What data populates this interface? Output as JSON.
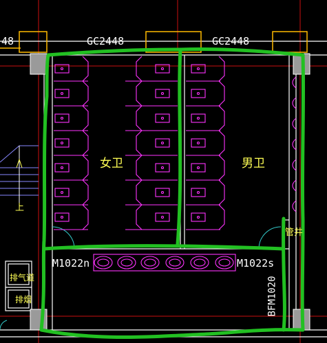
{
  "labels": {
    "window_left_cut": "48",
    "window_1": "GC2448",
    "window_2": "GC2448",
    "room_women": "女卫",
    "room_men": "男卫",
    "door_left": "M1022n",
    "door_right": "M1022s",
    "door_fire": "BFM1020",
    "exhaust_duct": "排气道",
    "smoke_duct": "排烟",
    "pipe_shaft": "管井",
    "stair_up": "上"
  },
  "colors": {
    "background": "#000000",
    "fixtures": "#ff33ff",
    "annotation_green": "#22c022",
    "wall": "#ffffff",
    "column": "#9a9a9a",
    "window": "#ffbb00",
    "grid_line": "#cc1111",
    "door_swing": "#33cccc",
    "text_yellow": "#ffff55",
    "stair": "#8888ff"
  }
}
